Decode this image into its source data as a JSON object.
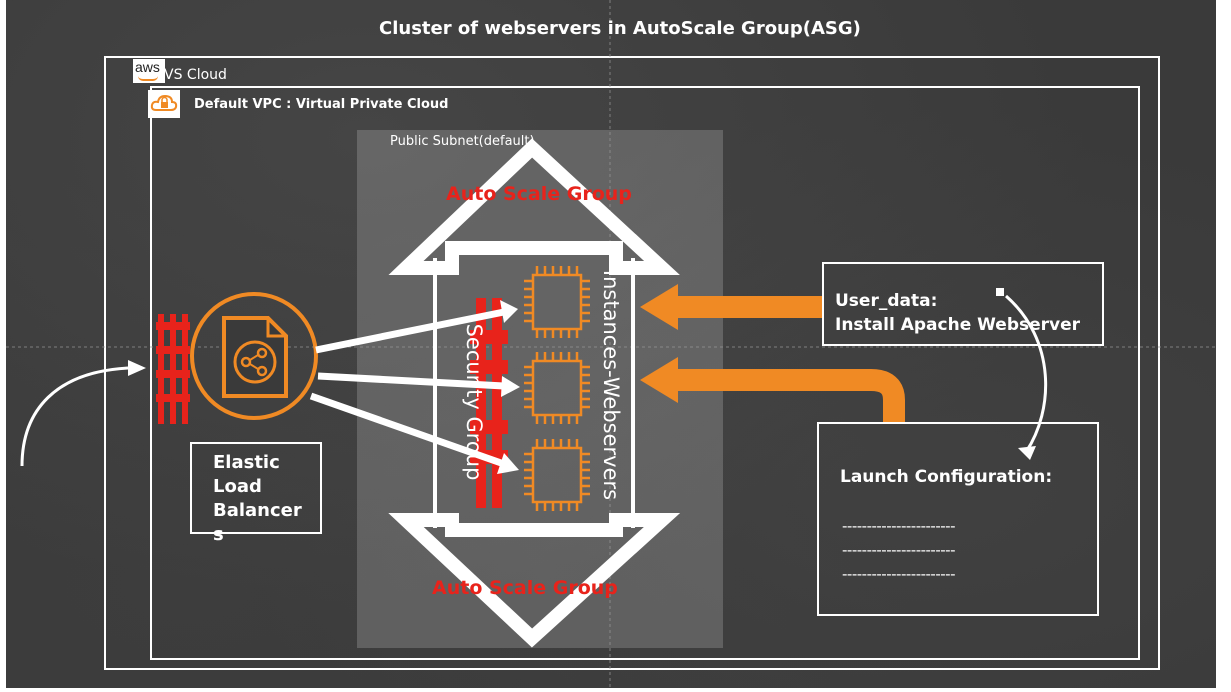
{
  "diagram": {
    "title": "Cluster of  webservers in AutoScale Group(ASG)",
    "aws_logo_text": "aws",
    "aws_cloud_label": "VS Cloud",
    "vpc_label": "Default VPC : Virtual Private Cloud",
    "subnet_label": "Public Subnet(default)",
    "asg_label_top": "Auto Scale Group",
    "asg_label_bottom": "Auto Scale Group",
    "security_group_label": "Security Group",
    "instances_label": "Instances-Webservers",
    "elb_label": [
      "Elastic",
      "Load",
      "Balancer",
      "s"
    ],
    "user_data": [
      "User_data:",
      "Install Apache Webserver"
    ],
    "launch_config_label": "Launch Configuration:",
    "launch_config_lines": [
      "-----------------------",
      "-----------------------",
      "-----------------------"
    ],
    "colors": {
      "background": "#3a3a3a",
      "orange": "#f08a24",
      "red": "#e8231b",
      "white": "#ffffff"
    }
  }
}
